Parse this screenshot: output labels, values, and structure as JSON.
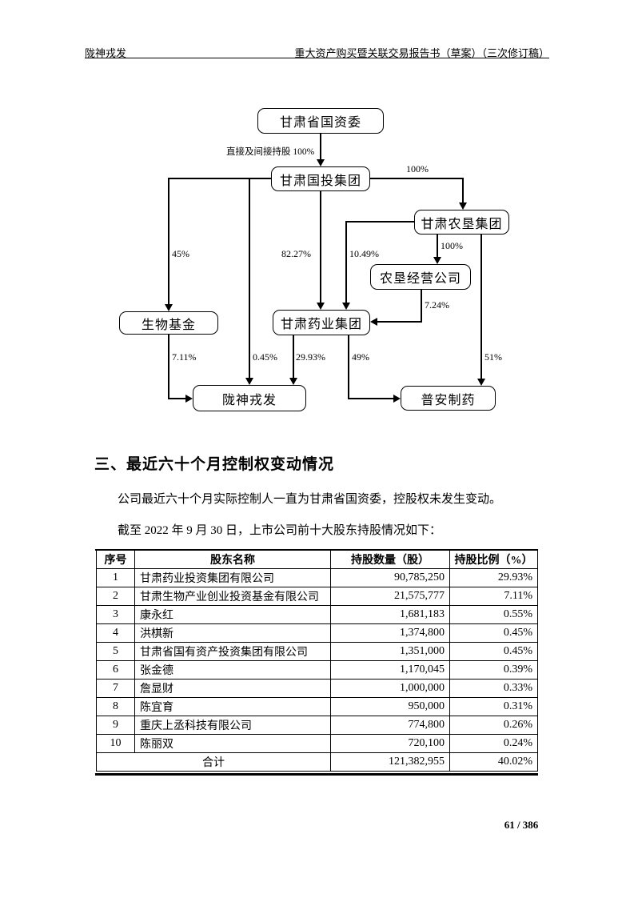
{
  "header": {
    "left": "陇神戎发",
    "right": "重大资产购买暨关联交易报告书（草案）（三次修订稿）"
  },
  "diagram": {
    "nodes": {
      "guoziwei": "甘肃省国资委",
      "guotou": "甘肃国投集团",
      "nongken": "甘肃农垦集团",
      "nongken_jingying": "农垦经营公司",
      "shengwu_jijin": "生物基金",
      "yaoye": "甘肃药业集团",
      "longshen": "陇神戎发",
      "puan": "普安制药"
    },
    "edge_labels": {
      "direct_indirect": "直接及间接持股 100%",
      "guotou_to_nongken": "100%",
      "pct_45": "45%",
      "pct_82_27": "82.27%",
      "pct_10_49": "10.49%",
      "nongken_to_jingying": "100%",
      "pct_7_24": "7.24%",
      "pct_7_11": "7.11%",
      "pct_0_45": "0.45%",
      "pct_29_93": "29.93%",
      "pct_49": "49%",
      "pct_51": "51%"
    }
  },
  "section": {
    "heading": "三、最近六十个月控制权变动情况",
    "para1": "公司最近六十个月实际控制人一直为甘肃省国资委，控股权未发生变动。",
    "para2": "截至 2022 年 9 月 30 日，上市公司前十大股东持股情况如下："
  },
  "table": {
    "headers": [
      "序号",
      "股东名称",
      "持股数量（股）",
      "持股比例（%）"
    ],
    "rows": [
      [
        "1",
        "甘肃药业投资集团有限公司",
        "90,785,250",
        "29.93%"
      ],
      [
        "2",
        "甘肃生物产业创业投资基金有限公司",
        "21,575,777",
        "7.11%"
      ],
      [
        "3",
        "康永红",
        "1,681,183",
        "0.55%"
      ],
      [
        "4",
        "洪棋新",
        "1,374,800",
        "0.45%"
      ],
      [
        "5",
        "甘肃省国有资产投资集团有限公司",
        "1,351,000",
        "0.45%"
      ],
      [
        "6",
        "张金德",
        "1,170,045",
        "0.39%"
      ],
      [
        "7",
        "詹显财",
        "1,000,000",
        "0.33%"
      ],
      [
        "8",
        "陈宜育",
        "950,000",
        "0.31%"
      ],
      [
        "9",
        "重庆上丞科技有限公司",
        "774,800",
        "0.26%"
      ],
      [
        "10",
        "陈丽双",
        "720,100",
        "0.24%"
      ]
    ],
    "total": {
      "label": "合计",
      "shares": "121,382,955",
      "ratio": "40.02%"
    }
  },
  "footer": {
    "page": "61 / 386"
  }
}
